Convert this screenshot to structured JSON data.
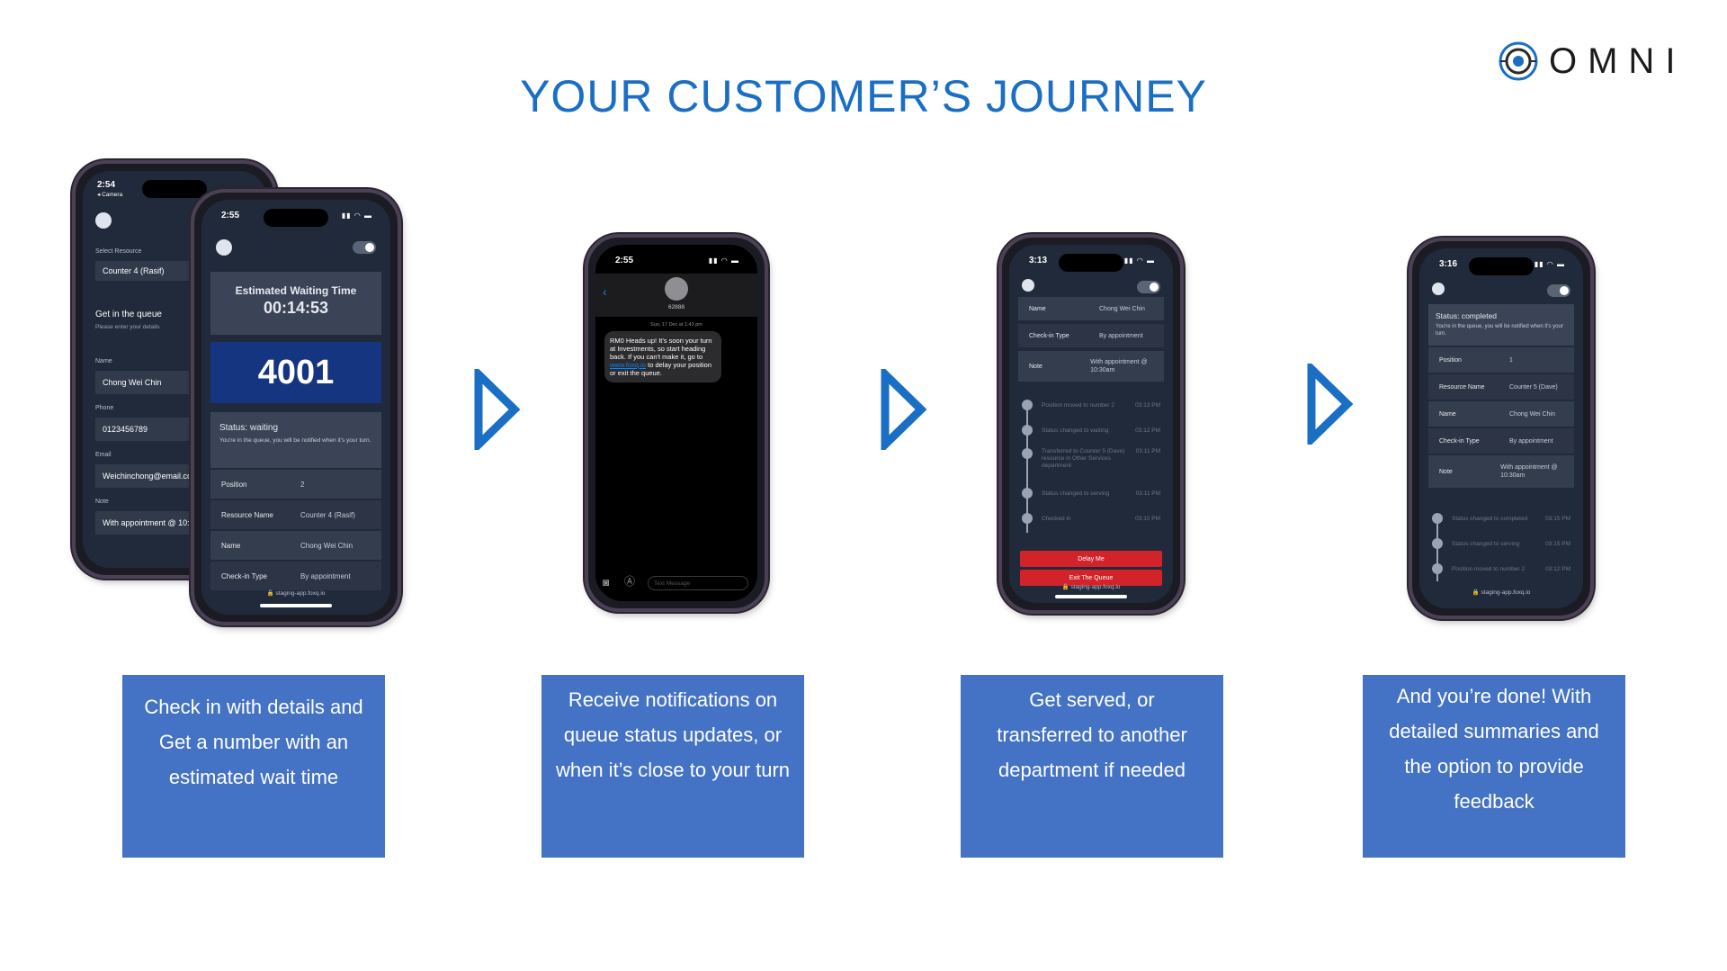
{
  "page": {
    "title": "YOUR CUSTOMER’S JOURNEY",
    "brand": "OMNI"
  },
  "colors": {
    "title": "#1a6fc4",
    "caption_bg": "#4472c4",
    "arrow": "#1a6fc4",
    "danger": "#d2232a"
  },
  "captions": [
    "Check in with details and Get a number with an estimated wait time",
    "Receive notifications on queue status updates, or when it’s close to your turn",
    "Get served, or transferred to another department if needed",
    "And you’re done! With detailed summaries and the option to provide feedback"
  ],
  "phone1_back": {
    "time": "2:54",
    "camera_label": "◂ Camera",
    "select_resource_label": "Select Resource",
    "resource_value": "Counter 4 (Rasif)",
    "queue_heading": "Get in the queue",
    "queue_sub": "Please enter your details",
    "name_label": "Name",
    "name_value": "Chong Wei Chin",
    "phone_label": "Phone",
    "phone_value": "0123456789",
    "email_label": "Email",
    "email_value": "Weichinchong@email.co",
    "note_label": "Note",
    "note_value": "With appointment @ 10:3"
  },
  "phone1_front": {
    "time": "2:55",
    "wait_title": "Estimated Waiting Time",
    "wait_time": "00:14:53",
    "ticket_number": "4001",
    "status_title": "Status: waiting",
    "status_text": "You're in the queue, you will be notified when it's your turn.",
    "rows": [
      {
        "label": "Position",
        "value": "2"
      },
      {
        "label": "Resource Name",
        "value": "Counter 4 (Rasif)"
      },
      {
        "label": "Name",
        "value": "Chong Wei Chin"
      },
      {
        "label": "Check-in Type",
        "value": "By appointment"
      }
    ],
    "url": "🔒 staging-app.foxq.io"
  },
  "phone2": {
    "time": "2:55",
    "sender": "62888",
    "date": "Sun, 17 Dec at 1:43 pm",
    "message_prefix": "RM0 Heads up! It's soon your turn at Investments, so start heading back. If you can't make it, go to ",
    "message_link": "www.foxq.io",
    "message_suffix": " to delay your position or exit the queue.",
    "input_placeholder": "Text Message"
  },
  "phone3": {
    "time": "3:13",
    "rows": [
      {
        "label": "Name",
        "value": "Chong Wei Chin"
      },
      {
        "label": "Check-in Type",
        "value": "By appointment"
      },
      {
        "label": "Note",
        "value": "With appointment @ 10:30am"
      }
    ],
    "timeline": [
      {
        "text": "Position moved to number 2",
        "time": "03:13 PM"
      },
      {
        "text": "Status changed to waiting",
        "time": "03:12 PM"
      },
      {
        "text": "Transferred to Counter 5 (Dave) resource in Other Services department",
        "time": "03:11 PM"
      },
      {
        "text": "Status changed to serving",
        "time": "03:11 PM"
      },
      {
        "text": "Checked in",
        "time": "03:10 PM"
      }
    ],
    "delay_button": "Delay Me",
    "exit_button": "Exit The Queue",
    "url": "🔒 staging-app.foxq.io"
  },
  "phone4": {
    "time": "3:16",
    "status_title": "Status: completed",
    "status_text": "You're in the queue, you will be notified when it's your turn.",
    "rows": [
      {
        "label": "Position",
        "value": "1"
      },
      {
        "label": "Resource Name",
        "value": "Counter 5 (Dave)"
      },
      {
        "label": "Name",
        "value": "Chong Wei Chin"
      },
      {
        "label": "Check-in Type",
        "value": "By appointment"
      },
      {
        "label": "Note",
        "value": "With appointment @ 10:30am"
      }
    ],
    "timeline": [
      {
        "text": "Status changed to completed",
        "time": "03:15 PM"
      },
      {
        "text": "Status changed to serving",
        "time": "03:15 PM"
      },
      {
        "text": "Position moved to number 2",
        "time": "03:12 PM"
      }
    ],
    "url": "🔒 staging-app.foxq.io"
  }
}
